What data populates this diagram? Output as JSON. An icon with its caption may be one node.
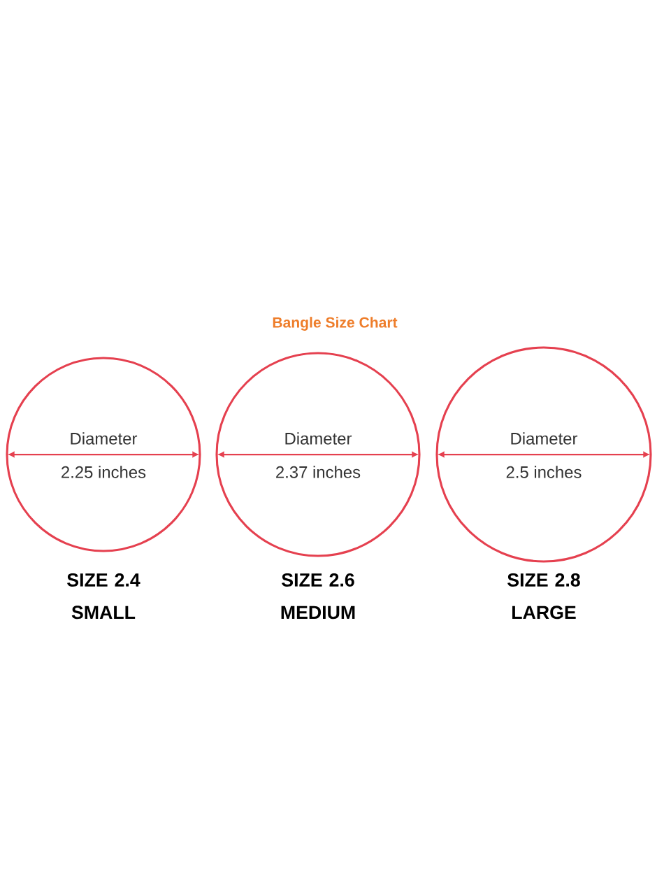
{
  "diagram": {
    "title": "Bangle Size Chart",
    "nodes": [
      {
        "text": [
          "Diameter",
          "2.25 inches"
        ],
        "beside": [
          "SIZE 2.4 SMALL"
        ]
      },
      {
        "text": [
          "Diameter",
          "2.37 inches"
        ],
        "beside": [
          "SIZE 2.6 MEDIUM"
        ]
      },
      {
        "text": [
          "Diameter",
          "2.5 inches"
        ],
        "beside": [
          "SIZE 2.8 LARGE"
        ]
      }
    ]
  }
}
